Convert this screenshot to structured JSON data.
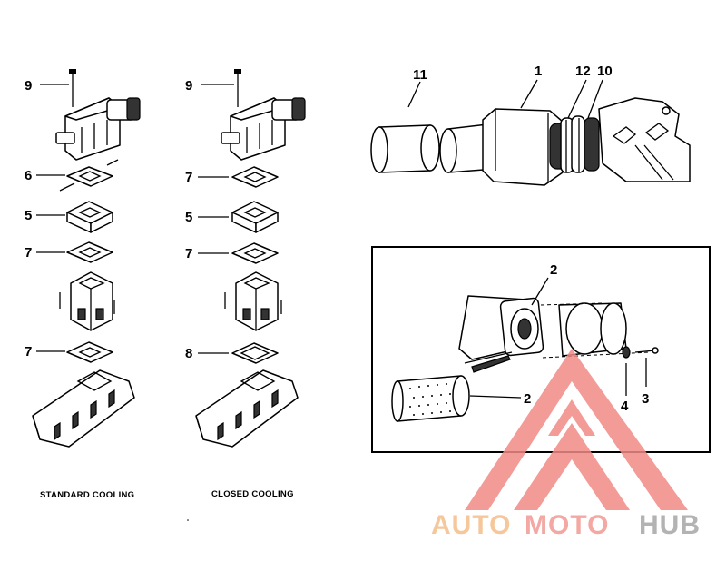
{
  "left_column": {
    "caption": "STANDARD COOLING",
    "labels": [
      "9",
      "6",
      "5",
      "7",
      "7"
    ]
  },
  "right_column": {
    "caption": "CLOSED COOLING",
    "labels": [
      "9",
      "7",
      "5",
      "7",
      "8"
    ]
  },
  "top_right": {
    "labels": [
      "11",
      "1",
      "12",
      "10"
    ]
  },
  "inset": {
    "labels": [
      "2",
      "2",
      "4",
      "3"
    ]
  },
  "watermark": {
    "part1": "AUTO",
    "part2": "MOTO",
    "part3": "HUB",
    "color_auto": "#f5c79b",
    "color_moto": "#f3a8a3",
    "color_hub": "#b3b3b3",
    "logo_color": "#f08a86"
  }
}
